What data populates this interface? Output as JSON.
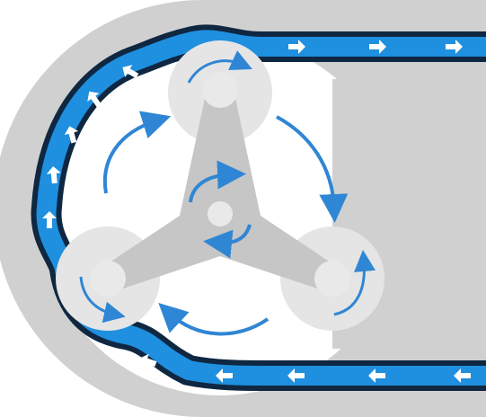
{
  "diagram": {
    "kind": "peristaltic-pump-illustration",
    "colors": {
      "housing": "#d0d0d0",
      "track": "#ffffff",
      "tube_outline": "#0f2741",
      "tube_fill": "#1f8fdf",
      "flow_arrow": "#ffffff",
      "roller": "#e5e5e5",
      "rotor_arm": "#c6c6c6",
      "rotor_hub": "#e9e9e9",
      "rotation_arrow": "#2f86d4"
    },
    "components": {
      "rotor_rollers": 3,
      "rotation_direction": "clockwise",
      "flow_direction": "clockwise-around-rotor"
    }
  }
}
